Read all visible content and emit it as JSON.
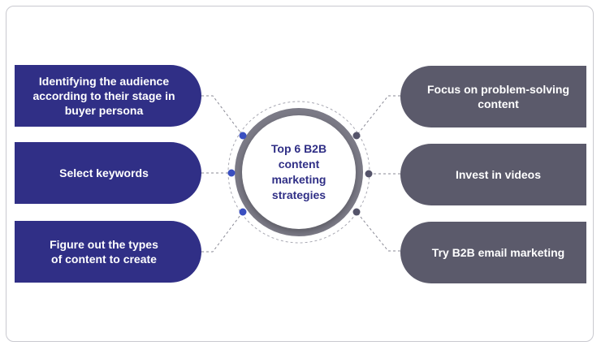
{
  "center": {
    "title": "Top 6 B2B content marketing strategies"
  },
  "colors": {
    "left_card": "#302f86",
    "right_card": "#5b5a6b",
    "left_dot": "#3a4fc0",
    "right_dot": "#55546a",
    "ring": "#7b7a86"
  },
  "left_items": [
    {
      "label": "Identifying the audience according to their stage in buyer persona"
    },
    {
      "label": "Select keywords"
    },
    {
      "label": "Figure out the types of content to create"
    }
  ],
  "right_items": [
    {
      "label": "Focus on problem-solving content"
    },
    {
      "label": "Invest in videos"
    },
    {
      "label": "Try B2B email marketing"
    }
  ]
}
